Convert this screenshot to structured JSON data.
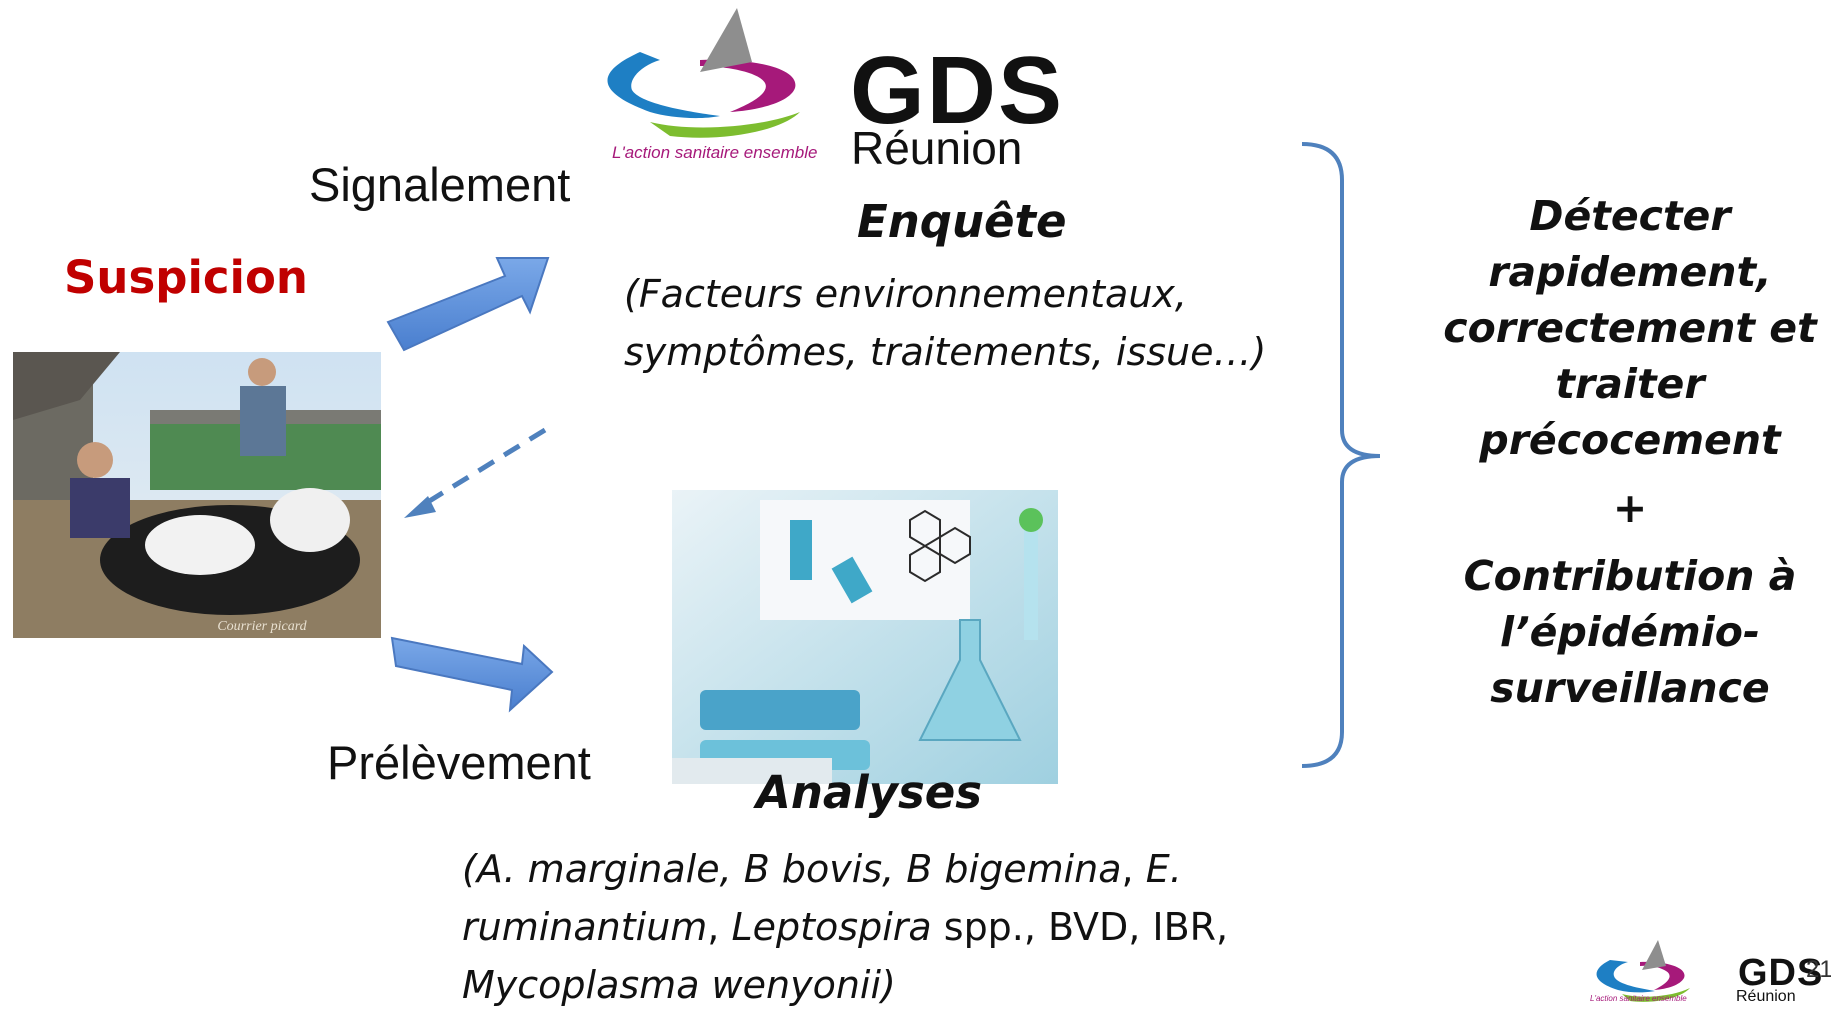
{
  "logo": {
    "name": "GDS",
    "region": "Réunion",
    "tagline": "L'action sanitaire ensemble"
  },
  "labels": {
    "suspicion": "Suspicion",
    "signalement": "Signalement",
    "prelevement": "Prélèvement"
  },
  "enquete": {
    "title": "Enquête",
    "detail_line1": "(Facteurs environnementaux,",
    "detail_line2": "symptômes, traitements, issue…)"
  },
  "analyses": {
    "title": "Analyses",
    "line1_a": "(A. marginale, B bovis, B bigemina",
    "line1_b": ", ",
    "line1_c": "E.",
    "line2_a": "ruminantium",
    "line2_b": ", ",
    "line2_c": "Leptospira",
    "line2_d": " spp., BVD, IBR,",
    "line3": "Mycoplasma wenyonii)"
  },
  "conclusion": {
    "line1": "Détecter",
    "line2": "rapidement,",
    "line3": "correctement et",
    "line4": "traiter",
    "line5": "précocement",
    "plus": "+",
    "line6": "Contribution à",
    "line7": "l’épidémio-",
    "line8": "surveillance"
  },
  "photos": {
    "cow_watermark": "Courrier picard"
  },
  "slide_number": "21",
  "colors": {
    "accent_red": "#c00000",
    "arrow_blue": "#5b8fd6",
    "bracket_blue": "#4f81bd",
    "logo_blue": "#1e7fc4",
    "logo_magenta": "#a6197a",
    "logo_green": "#7dbd2f",
    "logo_gray": "#8e8e8e"
  },
  "icons": [
    "gds-logo-swoosh",
    "arrow-right-up",
    "arrow-right-down",
    "dashed-arrow-down-left",
    "curly-bracket"
  ]
}
